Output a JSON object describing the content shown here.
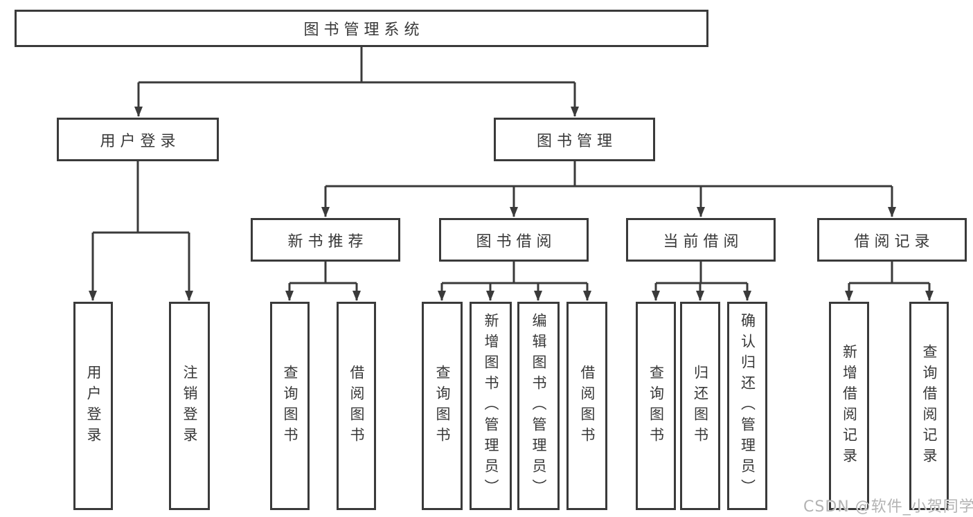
{
  "diagram": {
    "root": {
      "label": "图书管理系统"
    },
    "level2": [
      {
        "label": "用户登录"
      },
      {
        "label": "图书管理"
      }
    ],
    "level3": [
      {
        "label": "新书推荐"
      },
      {
        "label": "图书借阅"
      },
      {
        "label": "当前借阅"
      },
      {
        "label": "借阅记录"
      }
    ],
    "leaves": [
      {
        "label": "用户登录"
      },
      {
        "label": "注销登录"
      },
      {
        "label": "查询图书"
      },
      {
        "label": "借阅图书"
      },
      {
        "label": "查询图书"
      },
      {
        "label": "新增图书（管理员）"
      },
      {
        "label": "编辑图书（管理员）"
      },
      {
        "label": "借阅图书"
      },
      {
        "label": "查询图书"
      },
      {
        "label": "归还图书"
      },
      {
        "label": "确认归还（管理员）"
      },
      {
        "label": "新增借阅记录"
      },
      {
        "label": "查询借阅记录"
      }
    ]
  },
  "watermark": {
    "text": "CSDN @软件_小贺同学"
  },
  "colors": {
    "line": "#3a3a3a",
    "text": "#383838",
    "watermark": "#b3b3b3",
    "background": "#ffffff"
  }
}
